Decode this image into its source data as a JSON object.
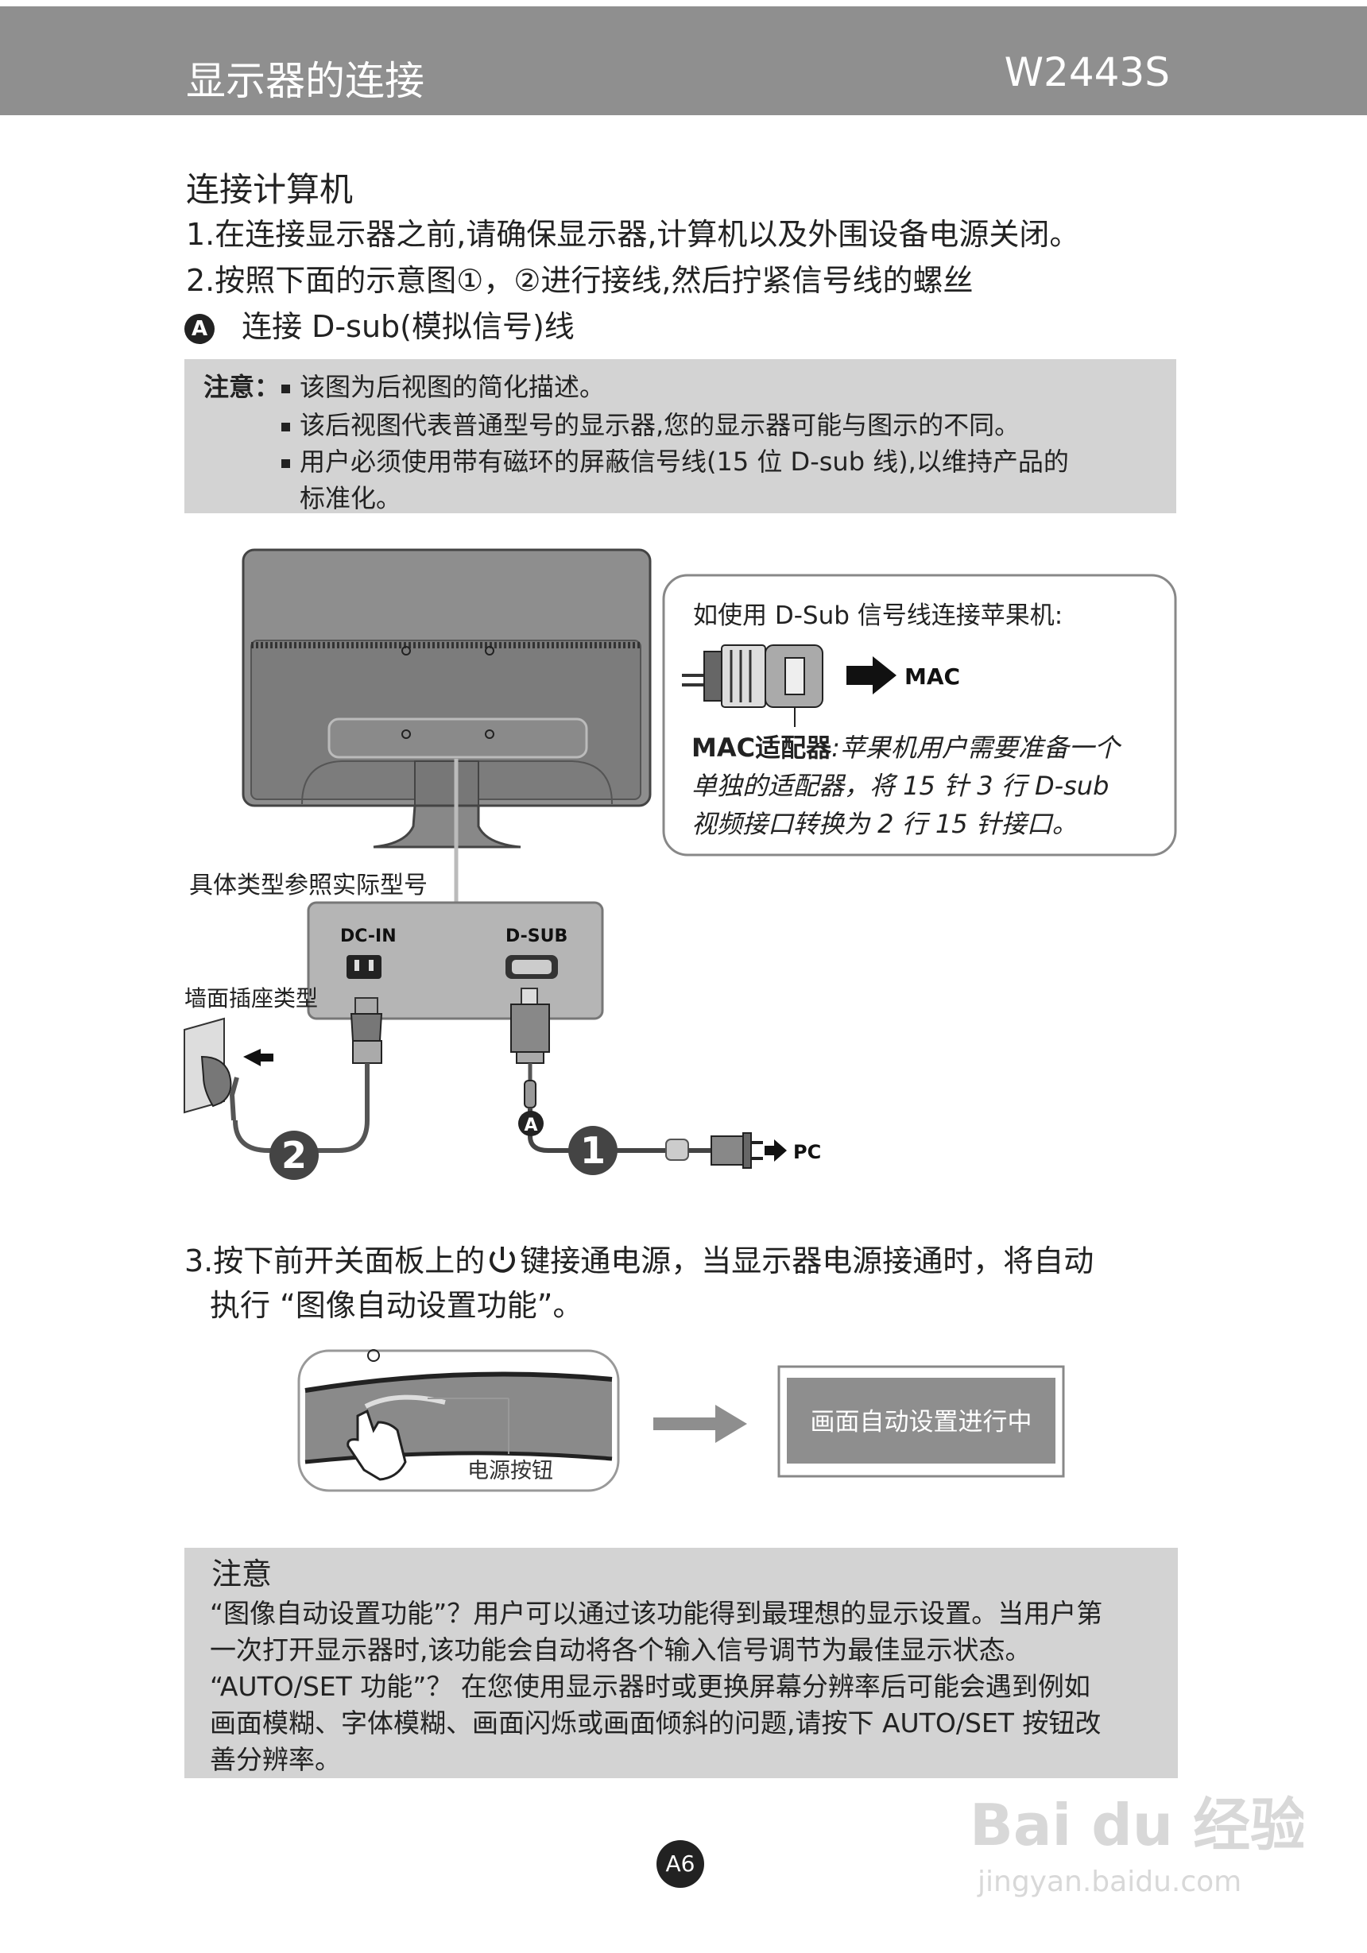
{
  "header": {
    "title": "显示器的连接",
    "model": "W2443S"
  },
  "section": {
    "title": "连接计算机",
    "step1": "1.在连接显示器之前,请确保显示器,计算机以及外围设备电源关闭。",
    "step2": "2.按照下面的示意图①，②进行接线,然后拧紧信号线的螺丝",
    "step_a_badge": "A",
    "step_a": "连接 D-sub(模拟信号)线"
  },
  "note": {
    "label": "注意：",
    "items": [
      "该图为后视图的简化描述。",
      "该后视图代表普通型号的显示器,您的显示器可能与图示的不同。",
      "用户必须使用带有磁环的屏蔽信号线(15 位 D-sub 线),以维持产品的",
      "标准化。"
    ]
  },
  "diagram": {
    "mac_callout": "如使用 D-Sub 信号线连接苹果机:",
    "mac_label": "MAC",
    "mac_adapter_title": "MAC适配器",
    "mac_adapter_text": [
      ":苹果机用户需要准备一个",
      "单独的适配器，将 15 针 3 行 D-sub",
      "视频接口转换为 2 行 15 针接口。"
    ],
    "model_ref": "具体类型参照实际型号",
    "port_dcin": "DC-IN",
    "port_dsub": "D-SUB",
    "wall_socket": "墙面插座类型",
    "marker_1": "1",
    "marker_2": "2",
    "marker_a": "A",
    "pc_label": "PC"
  },
  "step3": {
    "line1_before": "3.按下前开关面板上的",
    "line1_after": "键接通电源，当显示器电源接通时，将自动",
    "line2": "执行 “图像自动设置功能”。",
    "power_button_label": "电源按钮",
    "osd_text": "画面自动设置进行中"
  },
  "note2": {
    "title": "注意",
    "lines": [
      "“图像自动设置功能”？用户可以通过该功能得到最理想的显示设置。当用户第",
      "一次打开显示器时,该功能会自动将各个输入信号调节为最佳显示状态。",
      "“AUTO/SET 功能”？ 在您使用显示器时或更换屏幕分辨率后可能会遇到例如",
      "画面模糊、字体模糊、画面闪烁或画面倾斜的问题,请按下 AUTO/SET 按钮改",
      "善分辨率。"
    ]
  },
  "page_number": "A6",
  "watermark": {
    "brand": "Bai du 经验",
    "url": "jingyan.baidu.com"
  }
}
